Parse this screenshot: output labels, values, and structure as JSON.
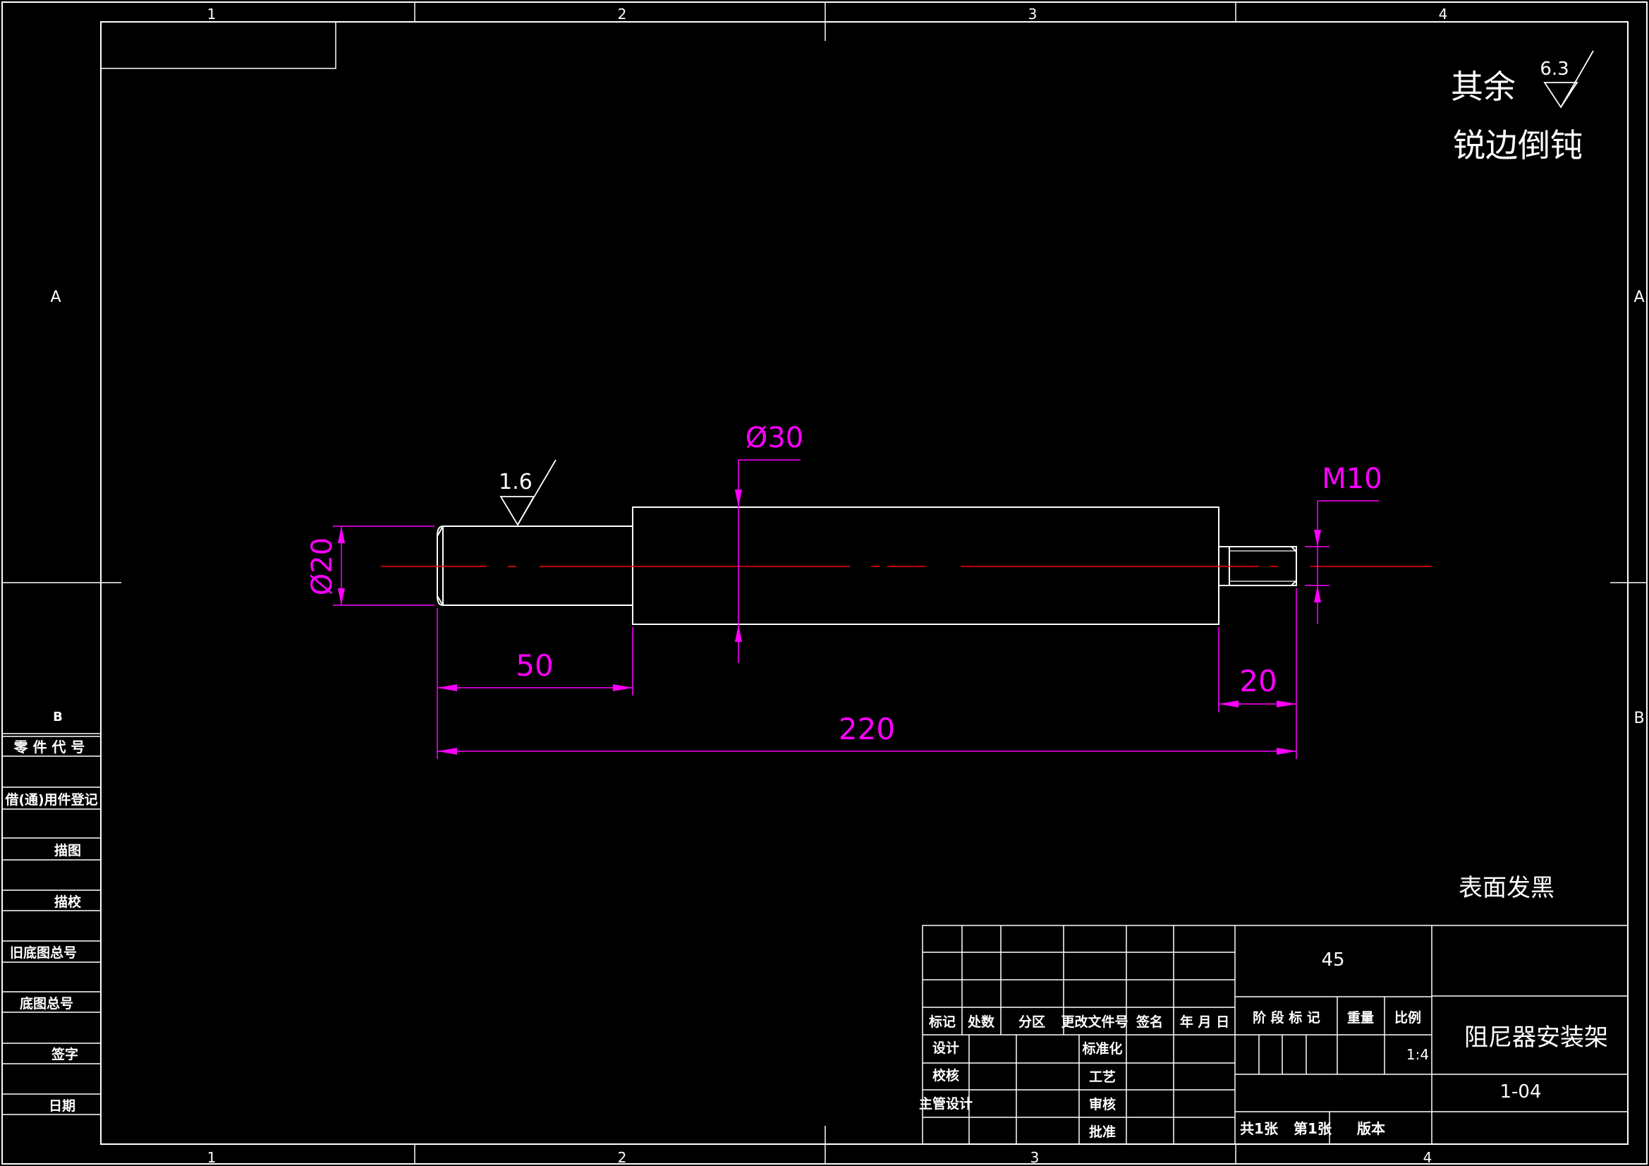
{
  "drawing": {
    "title": "阻尼器安装架",
    "drawing_number": "1-04",
    "material": "45",
    "scale": "1:4",
    "sheets_total_label": "共1张",
    "sheet_index_label": "第1张",
    "version_label": "版本",
    "weight_label": "重量",
    "scale_label": "比例",
    "stage_mark_label": "阶 段 标 记"
  },
  "notes": {
    "roughness_other_prefix": "其余",
    "roughness_other_value": "6.3",
    "edge_note": "锐边倒钝",
    "surface_treatment": "表面发黑",
    "local_roughness_value": "1.6"
  },
  "dimensions": {
    "dia_small": "Ø20",
    "dia_large": "Ø30",
    "thread": "M10",
    "len_shoulder": "50",
    "len_thread": "20",
    "len_total": "220"
  },
  "border": {
    "cols": [
      "1",
      "2",
      "3",
      "4"
    ],
    "rows": [
      "A",
      "B"
    ]
  },
  "left_strip": {
    "header": "B",
    "items": [
      "零 件 代 号",
      "借(通)用件登记",
      "描图",
      "描校",
      "旧底图总号",
      "底图总号",
      "签字",
      "日期"
    ]
  },
  "revision_block": {
    "headers": [
      "标记",
      "处数",
      "分区",
      "更改文件号",
      "签名",
      "年 月 日"
    ],
    "sign_rows": [
      "设计",
      "校核",
      "主管设计"
    ],
    "right_labels": [
      "标准化",
      "工艺",
      "审核",
      "批准"
    ]
  },
  "colors": {
    "background": "#000000",
    "outline": "#ffffff",
    "dimension": "#ff00ff",
    "centerline": "#ff0000"
  }
}
